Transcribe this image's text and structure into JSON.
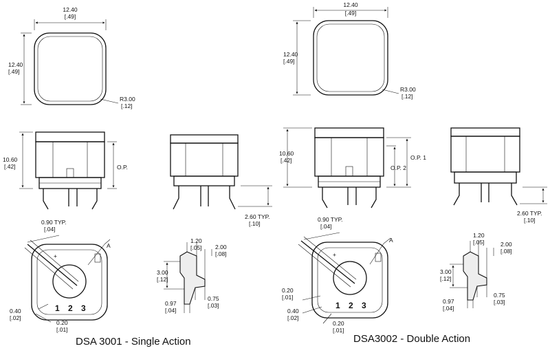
{
  "left": {
    "caption": "DSA 3001 - Single Action",
    "top_width": "12.40",
    "top_width_in": "[.49]",
    "top_height": "12.40",
    "top_height_in": "[.49]",
    "radius": "R3.00",
    "radius_in": "[.12]",
    "side_height": "10.60",
    "side_height_in": "[.42]",
    "op_label": "O.P.",
    "pin_len": "2.60 TYP.",
    "pin_len_in": "[.10]",
    "typ": "0.90 TYP.",
    "typ_in": "[.04]",
    "arrow_a": "A",
    "dim_040": "0.40",
    "dim_040_in": "[.02]",
    "dim_020": "0.20",
    "dim_020_in": "[.01]",
    "pin1": "1",
    "pin2": "2",
    "pin3": "3",
    "det_120": "1.20",
    "det_120_in": "[.05]",
    "det_200": "2.00",
    "det_200_in": "[.08]",
    "det_300": "3.00",
    "det_300_in": "[.12]",
    "det_097": "0.97",
    "det_097_in": "[.04]",
    "det_075": "0.75",
    "det_075_in": "[.03]"
  },
  "right": {
    "caption": "DSA3002 - Double Action",
    "top_width": "12.40",
    "top_width_in": "[.49]",
    "top_height": "12.40",
    "top_height_in": "[.49]",
    "radius": "R3.00",
    "radius_in": "[.12]",
    "side_height": "10.60",
    "side_height_in": "[.42]",
    "op1_label": "O.P. 1",
    "op2_label": "O.P. 2",
    "pin_len": "2.60 TYP.",
    "pin_len_in": "[.10]",
    "typ": "0.90 TYP.",
    "typ_in": "[.04]",
    "arrow_a": "A",
    "dim_020": "0.20",
    "dim_020_in": "[.01]",
    "dim_040": "0.40",
    "dim_040_in": "[.02]",
    "dim_020b": "0.20",
    "dim_020b_in": "[.01]",
    "pin1": "1",
    "pin2": "2",
    "pin3": "3",
    "det_120": "1.20",
    "det_120_in": "[.05]",
    "det_200": "2.00",
    "det_200_in": "[.08]",
    "det_300": "3.00",
    "det_300_in": "[.12]",
    "det_097": "0.97",
    "det_097_in": "[.04]",
    "det_075": "0.75",
    "det_075_in": "[.03]"
  }
}
